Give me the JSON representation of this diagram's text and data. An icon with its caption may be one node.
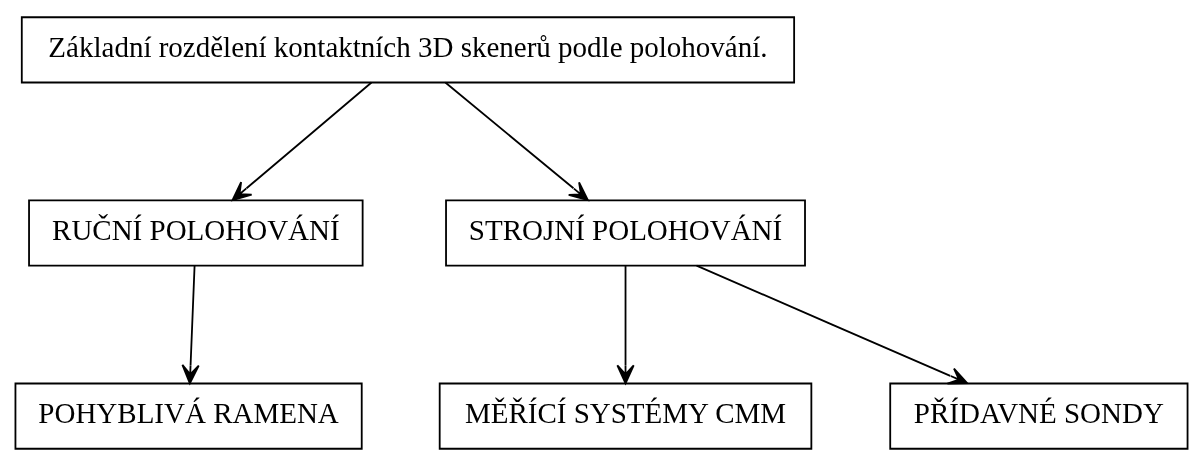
{
  "diagram": {
    "nodes": [
      {
        "text": [
          "Základní rozdělení kontaktních 3D skenerů podle polohování."
        ]
      },
      {
        "text": [
          "RUČNÍ POLOHOVÁNÍ"
        ]
      },
      {
        "text": [
          "STROJNÍ POLOHOVÁNÍ"
        ]
      },
      {
        "text": [
          "POHYBLIVÁ RAMENA"
        ]
      },
      {
        "text": [
          "MĚŘÍCÍ SYSTÉMY CMM"
        ]
      },
      {
        "text": [
          "PŘÍDAVNÉ SONDY"
        ]
      }
    ],
    "edges": [
      {
        "from": 0,
        "to": 1,
        "arrow": "to"
      },
      {
        "from": 0,
        "to": 2,
        "arrow": "to"
      },
      {
        "from": 1,
        "to": 3,
        "arrow": "to"
      },
      {
        "from": 2,
        "to": 4,
        "arrow": "to"
      },
      {
        "from": 2,
        "to": 5,
        "arrow": "to"
      }
    ]
  }
}
